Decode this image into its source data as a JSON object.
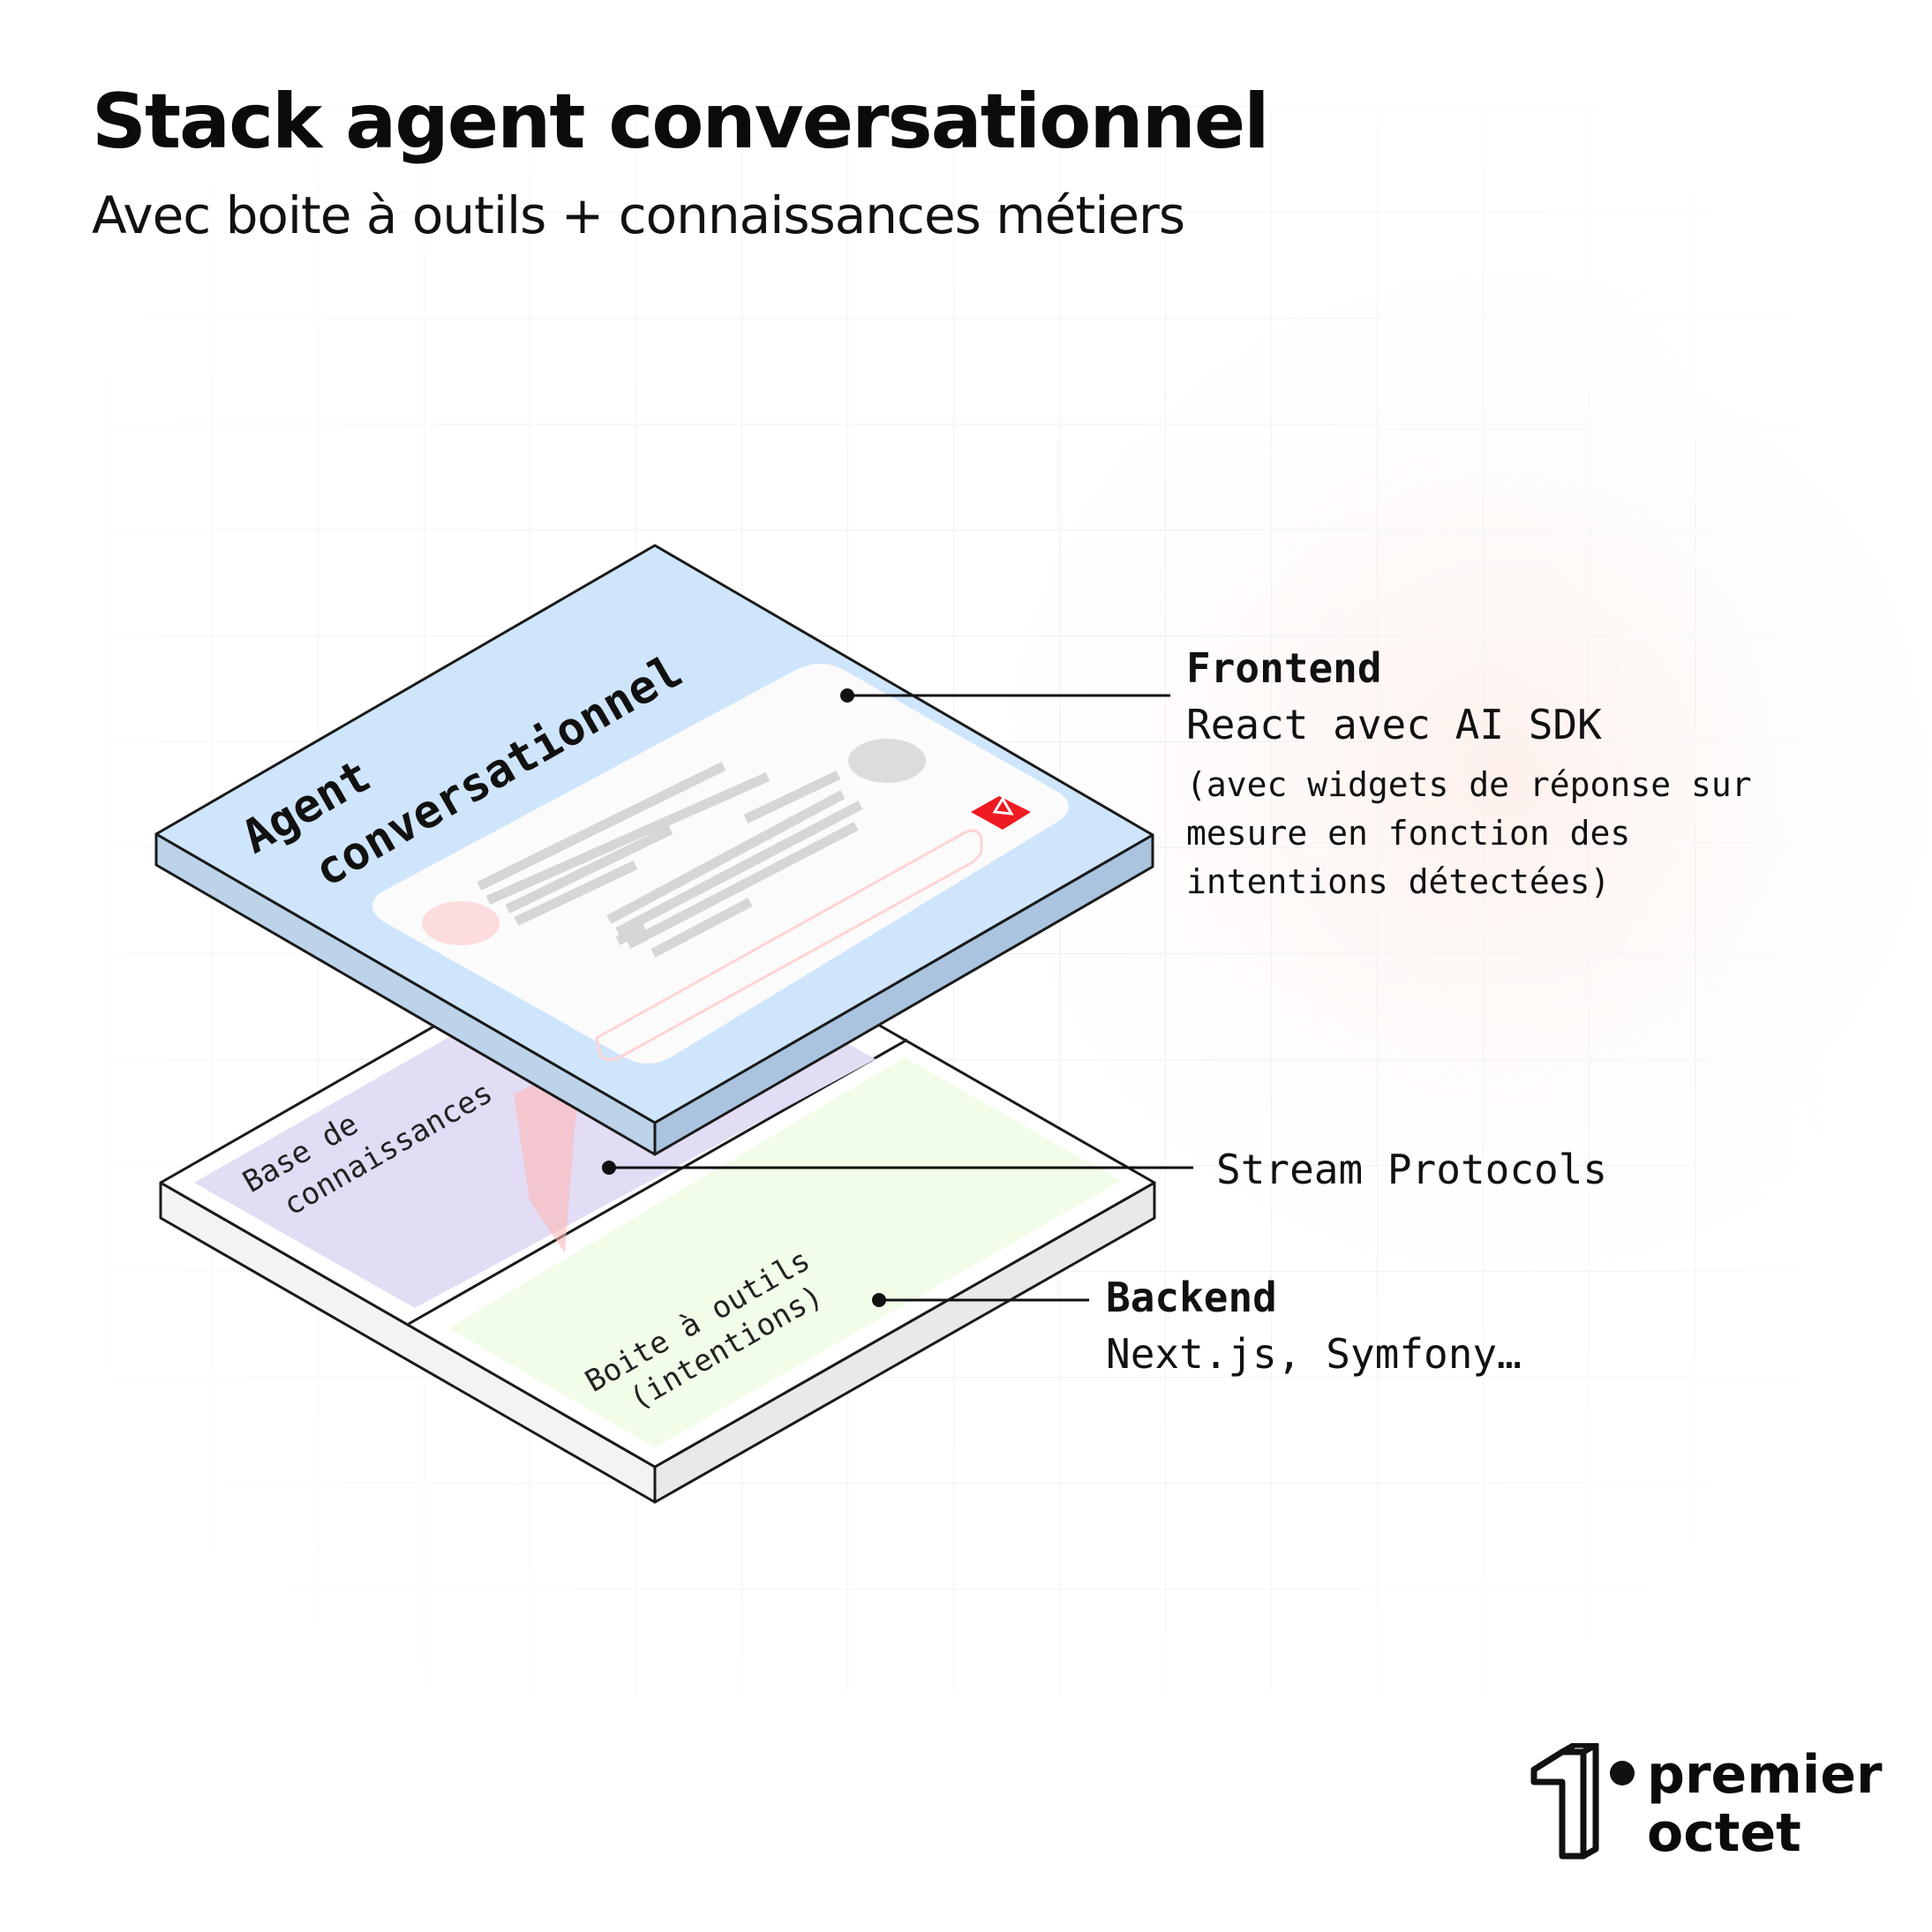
{
  "header": {
    "title": "Stack agent conversationnel",
    "subtitle": "Avec boite à outils + connaissances métiers"
  },
  "diagram": {
    "frontend_layer": {
      "label_line1": "Agent",
      "label_line2": "conversationnel",
      "color": "#cfe5fb",
      "side_color": "#bcd3ea",
      "widget_icon": "alert-triangle-icon",
      "widget_icon_color": "#ef1a22"
    },
    "backend_layer": {
      "knowledge_label_line1": "Base de",
      "knowledge_label_line2": "connaissances",
      "knowledge_color": "#e2dcf4",
      "tools_label_line1": "Boite à outils",
      "tools_label_line2": "(intentions)",
      "tools_color": "#f1fde8"
    },
    "stream_arrow_color": "#ffc4c4"
  },
  "annotations": {
    "frontend": {
      "heading": "Frontend",
      "tech": "React avec AI SDK",
      "detail": "(avec widgets de réponse sur\nmesure en fonction des\nintentions détectées)"
    },
    "stream": {
      "label": "Stream Protocols"
    },
    "backend": {
      "heading": "Backend",
      "tech": "Next.js, Symfony…"
    }
  },
  "logo": {
    "line1": "premier",
    "line2": "octet"
  }
}
